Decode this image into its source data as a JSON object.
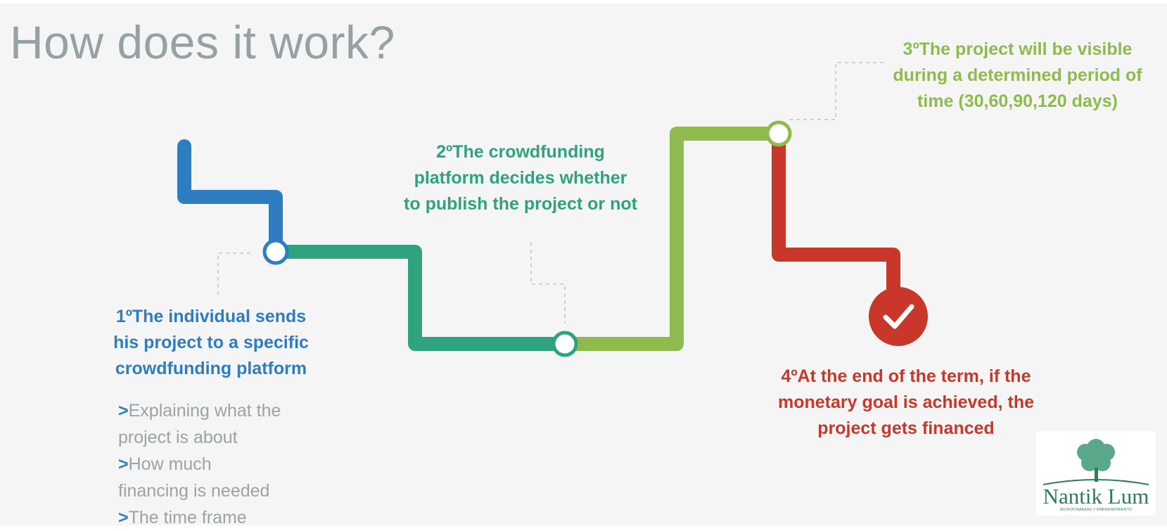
{
  "title": "How does it work?",
  "colors": {
    "step1": "#2e7dc0",
    "step2": "#2fa27f",
    "step3": "#8fbb4e",
    "step4": "#c8372a",
    "title": "#95a1a4",
    "bullet_text": "#9aa3a5",
    "logo": "#2f7b5a"
  },
  "steps": [
    {
      "lines": [
        "1ºThe individual sends",
        "his project to a specific",
        "crowdfunding platform"
      ]
    },
    {
      "lines": [
        "2ºThe crowdfunding",
        "platform decides whether",
        "to publish the project or not"
      ]
    },
    {
      "lines": [
        "3ºThe project will be visible",
        "during a determined period of",
        "time (30,60,90,120 days)"
      ]
    },
    {
      "lines": [
        "4ºAt the end of the term, if the",
        "monetary goal is achieved, the",
        "project gets financed"
      ]
    }
  ],
  "bullets": {
    "marker": ">",
    "lines": [
      {
        "marker": ">",
        "text": "Explaining what the"
      },
      {
        "marker": "",
        "text": "project is about"
      },
      {
        "marker": ">",
        "text": "How much"
      },
      {
        "marker": "",
        "text": "financing is needed"
      },
      {
        "marker": ">",
        "text": "The time frame"
      }
    ]
  },
  "end_icon": "checkmark-icon",
  "logo": {
    "name": "Nantik Lum",
    "subtitle": "MICROFINANZAS Y EMPRENDIMIENTO",
    "icon": "tree-icon"
  }
}
